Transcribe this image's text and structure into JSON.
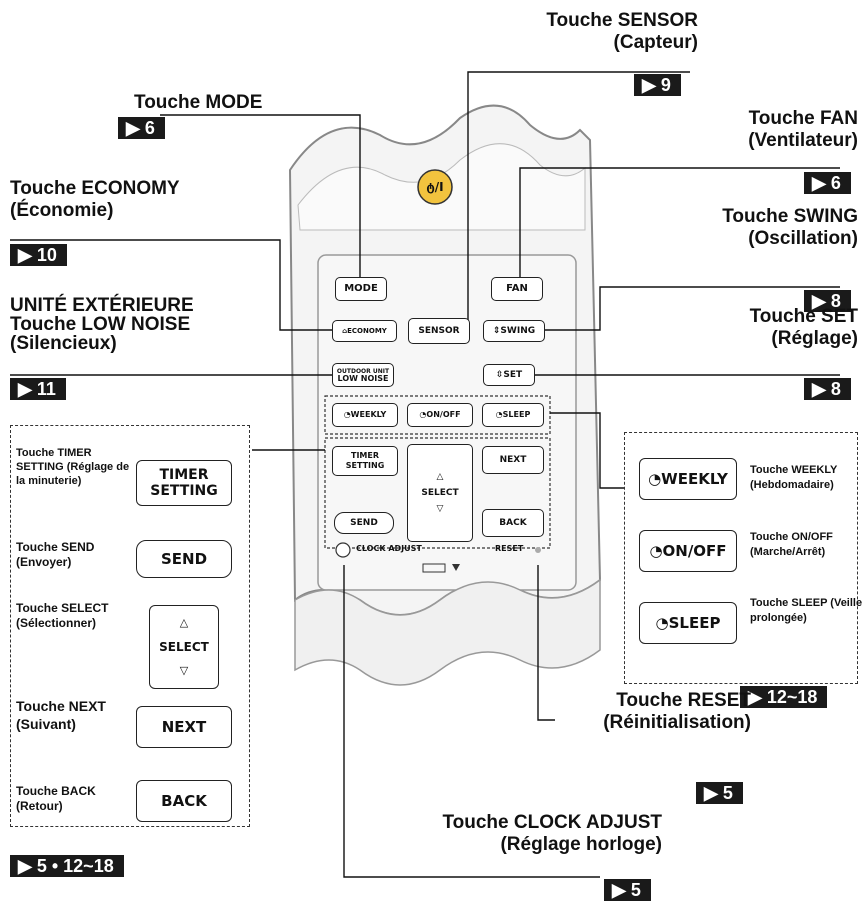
{
  "labels": {
    "sensor": {
      "line1": "Touche SENSOR",
      "line2": "(Capteur)",
      "ref": "▶ 9"
    },
    "mode": {
      "line1": "Touche MODE",
      "ref": "▶ 6"
    },
    "fan": {
      "line1": "Touche FAN",
      "line2": "(Ventilateur)",
      "ref": "▶ 6"
    },
    "economy": {
      "line1": "Touche ECONOMY",
      "line2": "(Économie)",
      "ref": "▶ 10"
    },
    "swing": {
      "line1": "Touche SWING",
      "line2": "(Oscillation)",
      "ref": "▶ 8"
    },
    "lownoise": {
      "line1": "UNITÉ EXTÉRIEURE",
      "line2": "Touche LOW NOISE",
      "line3": "(Silencieux)",
      "ref": "▶ 11"
    },
    "set": {
      "line1": "Touche SET",
      "line2": "(Réglage)",
      "ref": "▶ 8"
    },
    "reset": {
      "line1": "Touche RESET",
      "line2": "(Réinitialisation)",
      "ref": "▶ 5"
    },
    "clock": {
      "line1": "Touche CLOCK ADJUST",
      "line2": "(Réglage horloge)",
      "ref": "▶ 5"
    },
    "left_panel_ref": "▶ 5 • 12~18",
    "right_panel_ref": "▶ 12~18"
  },
  "remote": {
    "power": "ტ/I",
    "mode": "MODE",
    "fan": "FAN",
    "economy": "⌂ECONOMY",
    "sensor": "SENSOR",
    "swing": "⇕SWING",
    "lownoise1": "OUTDOOR UNIT",
    "lownoise2": "LOW NOISE",
    "set": "⇳SET",
    "weekly": "◔WEEKLY",
    "onoff": "◔ON/OFF",
    "sleep": "◔SLEEP",
    "timer1": "TIMER",
    "timer2": "SETTING",
    "select": "SELECT",
    "next": "NEXT",
    "send": "SEND",
    "back": "BACK",
    "clock_adjust": "CLOCK ADJUST",
    "reset": "RESET"
  },
  "left_panel": [
    {
      "desc": "Touche TIMER SETTING (Réglage de la minuterie)",
      "button": "TIMER SETTING"
    },
    {
      "desc": "Touche SEND (Envoyer)",
      "button": "SEND"
    },
    {
      "desc": "Touche SELECT (Sélectionner)",
      "button": "SELECT"
    },
    {
      "desc": "Touche NEXT (Suivant)",
      "button": "NEXT"
    },
    {
      "desc": "Touche BACK (Retour)",
      "button": "BACK"
    }
  ],
  "right_panel": [
    {
      "desc1": "Touche WEEKLY",
      "desc2": "(Hebdomadaire)",
      "button": "◔WEEKLY"
    },
    {
      "desc1": "Touche ON/OFF",
      "desc2": "(Marche/Arrêt)",
      "button": "◔ON/OFF"
    },
    {
      "desc1": "Touche SLEEP",
      "desc2": "(Veille prolongée)",
      "button": "◔SLEEP"
    }
  ]
}
